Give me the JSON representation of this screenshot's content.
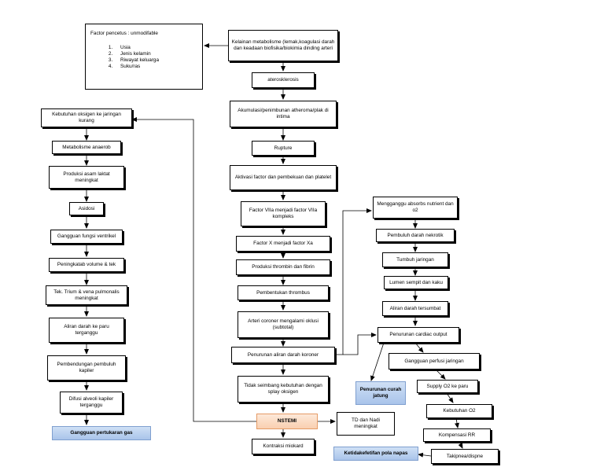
{
  "factors": {
    "title": "Factor pencetus : unmodifable",
    "items": [
      "Usia",
      "Jenis kelamin",
      "Riwayat keluarga",
      "Suku/ras"
    ]
  },
  "nodes": {
    "kelainan": "Kelainan metabolisme (lemak,koagulasi darah dan keadaan biofisika/biokimia dinding arteri",
    "ateros": "aterosklerosis",
    "akumulasi": "Akumulasi/penimbunan atheroma/plak di intima",
    "rupture": "Rupture",
    "aktivasi": "Aktivasi factor dan pembekuan dan platelet",
    "f7": "Factor VIIa menjadi factor VIIa kompleks",
    "fx": "Factor X menjadi factor Xa",
    "produksi_thrombin": "Produksi thrombin dan fibrin",
    "pembentukan": "Pembentukan thrombus",
    "arteri": "Arteri coroner mengalami oklusi (subtotal)",
    "penurunan_aliran": "Penurunan aliran darah koroner",
    "tidak_seimbang": "Tidak seimbang kebutuhan dengan splay oksigen",
    "nstemi": "NSTEMI",
    "kontraksi": "Kontraksi miokard",
    "td_nadi": "TD dan Nadi meningkat",
    "kebutuhan_o2": "Kebutuhan oksigen ke jaringan kurang",
    "metabolisme": "Metabolisme anaerob",
    "asam_laktat": "Produksi asam laktat meningkat",
    "asidosi": "Asidosi",
    "ventrikel": "Gangguan fungsi ventrikel",
    "volume": "Peningkatab volume & tek",
    "atrium": "Tek. Trium & vena pulmonalis meningkat",
    "aliran_paru": "Aliran darah ke paru terganggu",
    "pembendungan": "Pembendungan pembuluh kapiler",
    "difusi": "Difusi alveoli kapiler terganggu",
    "gas": "Gangguan pertukaran gas",
    "mengganggu": "Mengganggu absorbs nutrient dan o2",
    "nekrotik": "Pembuluh darah nekrotik",
    "tumbuh": "Tumbuh jaringan",
    "lumen": "Lumen sempit dan kaku",
    "tersumbat": "Aliran darah tersumbat",
    "cardiac": "Penurunan cardiac output",
    "curah": "Penurunan curah jatung",
    "perfusi": "Gangguan perfusi jaringan",
    "supply": "Supply O2 ke paru",
    "kebutuhan_o2b": "Kebutuhan O2",
    "kompensasi": "Kompensasi RR",
    "takipnea": "Takipnea/dispne",
    "pola": "Ketidakefetifan pola napas"
  }
}
